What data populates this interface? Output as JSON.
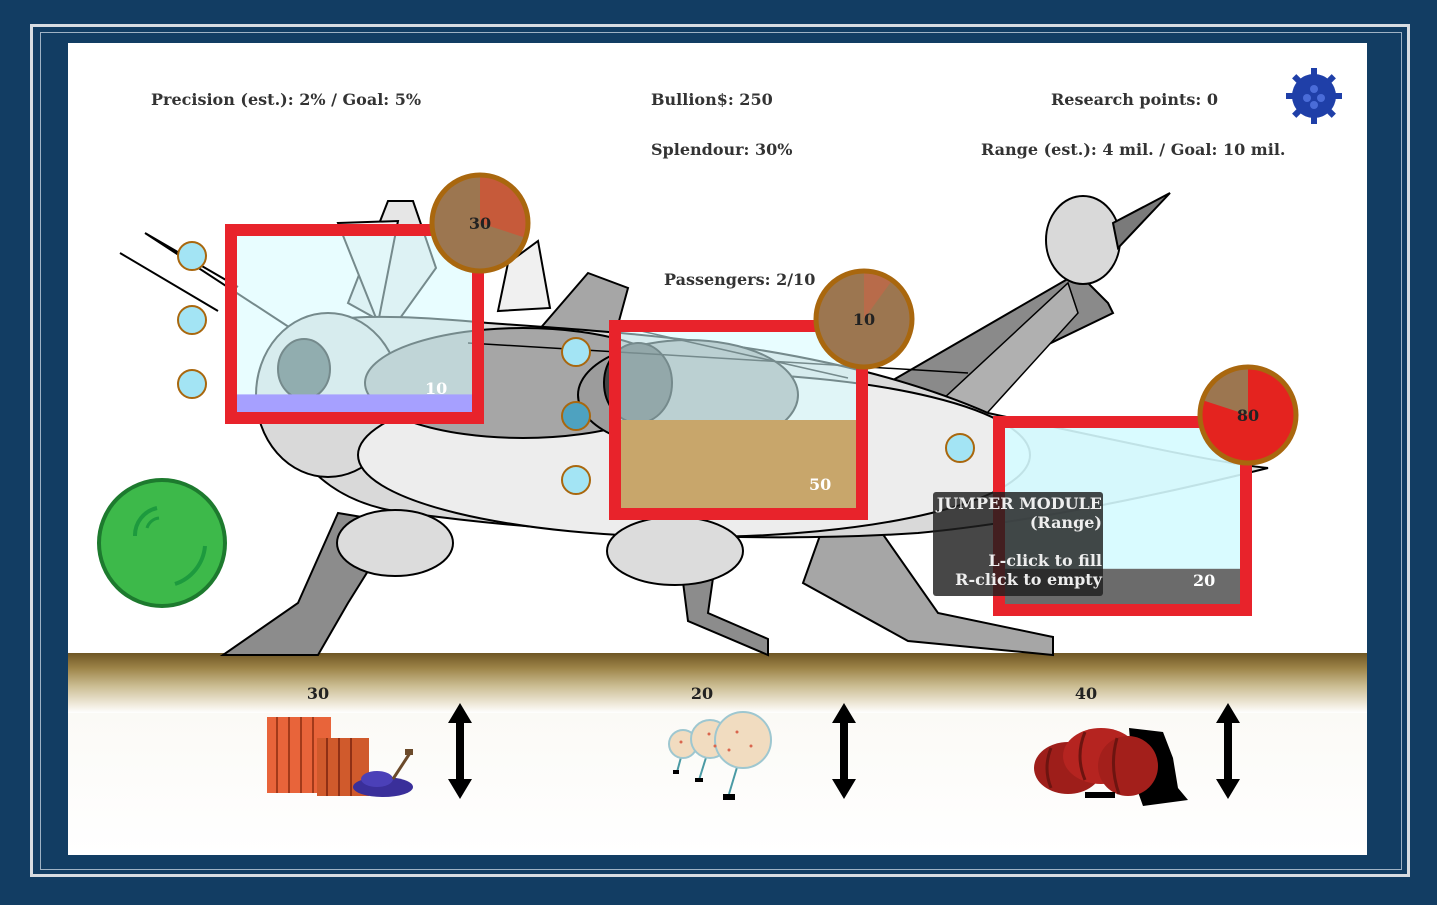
{
  "hud": {
    "precision": "Precision (est.): 2% / Goal: 5%",
    "bullion": "Bullion$: 250",
    "research": "Research points: 0",
    "splendour": "Splendour: 30%",
    "range": "Range (est.): 4 mil. / Goal: 10 mil.",
    "passengers": "Passengers: 2/10"
  },
  "modules": [
    {
      "fill_label": "10",
      "gauge_label": "30",
      "fill_fraction": 0.1,
      "gauge_fraction": 0.3,
      "fill_color": "#a6a0ff",
      "gauge_color": "#c65a3a"
    },
    {
      "fill_label": "50",
      "gauge_label": "10",
      "fill_fraction": 0.5,
      "gauge_fraction": 0.1,
      "fill_color": "#c8a66b",
      "gauge_color": "#b86b4a"
    },
    {
      "fill_label": "20",
      "gauge_label": "80",
      "fill_fraction": 0.2,
      "gauge_fraction": 0.8,
      "fill_color": "#6b6b6b",
      "gauge_color": "#e4231f"
    }
  ],
  "tooltip": {
    "title": "JUMPER MODULE",
    "subtitle": "(Range)",
    "line1": "L-click to fill",
    "line2": "R-click to empty"
  },
  "resources": [
    {
      "count": "30",
      "icon": "planks-and-coal-icon"
    },
    {
      "count": "20",
      "icon": "balloons-icon"
    },
    {
      "count": "40",
      "icon": "barrels-icon"
    }
  ],
  "colors": {
    "border_bg": "#123d63",
    "module_border": "#e8232b",
    "glass": "#d5fbff",
    "gauge_base": "#9c7650",
    "gauge_ring": "#a9670e",
    "port": "#a3e4f4",
    "green_orb": "#3db94a"
  },
  "icons": {
    "settings": "gear-icon",
    "orb": "green-orb-icon",
    "swap": "up-down-arrow-icon"
  }
}
